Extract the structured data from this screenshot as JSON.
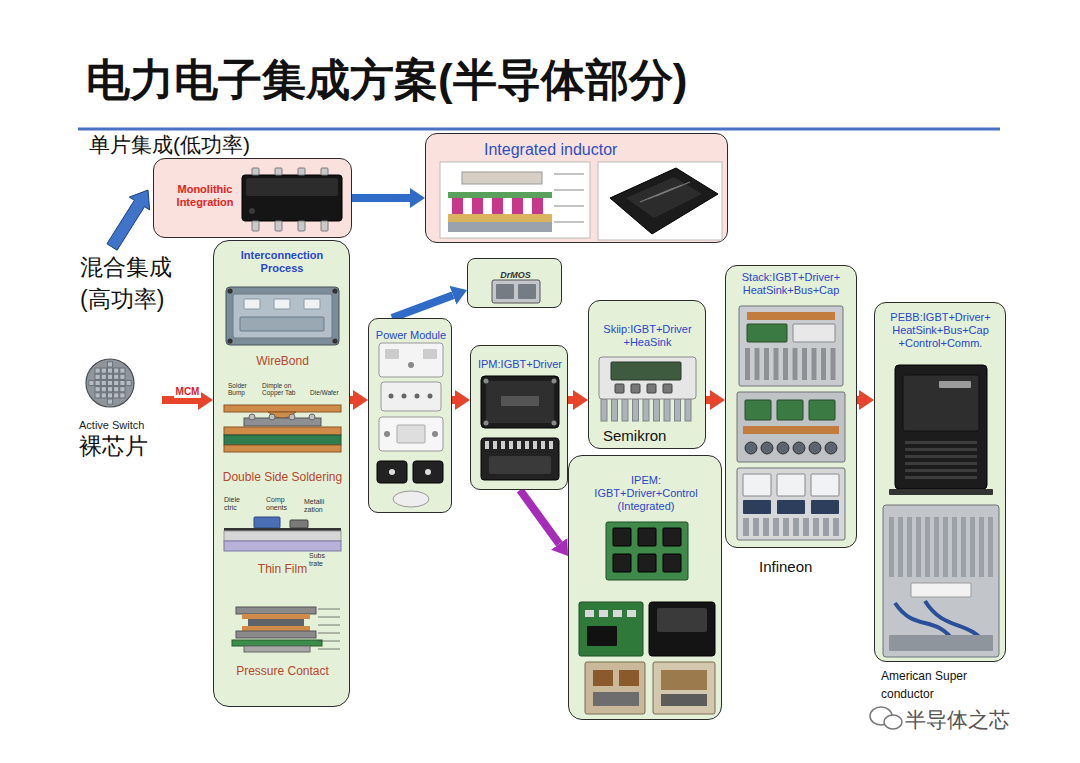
{
  "diagram": {
    "title": "电力电子集成方案(半导体部分)",
    "nodes": [
      {
        "text": [
          "单片集成(低功率)",
          "Monolithic Integration"
        ]
      },
      {
        "text": [
          "Integrated inductor"
        ]
      },
      {
        "text": [
          "Active Switch",
          "裸芯片"
        ]
      },
      {
        "text": [
          "Interconnection Process",
          "WireBond",
          "Double Side Soldering",
          "Thin Film",
          "Pressure Contact"
        ]
      },
      {
        "text": [
          "DrMOS"
        ]
      },
      {
        "text": [
          "Power Module"
        ]
      },
      {
        "text": [
          "IPM:IGBT+Driver"
        ]
      },
      {
        "text": [
          "Skiip:IGBT+Driver +HeaSink",
          "Semikron"
        ]
      },
      {
        "text": [
          "IPEM: IGBT+Driver+Control (Integrated)"
        ]
      },
      {
        "text": [
          "Stack:IGBT+Driver+ HeatSink+Bus+Cap",
          "Infineon"
        ]
      },
      {
        "text": [
          "PEBB:IGBT+Driver+ HeatSink+Bus+Cap +Control+Comm.",
          "American Super conductor"
        ]
      }
    ],
    "edges": [
      {
        "from": 0,
        "to": 1,
        "arrow": "to"
      },
      {
        "from": 2,
        "to": 3,
        "label": "MCM",
        "arrow": "to"
      },
      {
        "from": 3,
        "to": 5,
        "arrow": "to"
      },
      {
        "from": 5,
        "to": 4,
        "arrow": "to"
      },
      {
        "from": 5,
        "to": 6,
        "arrow": "to"
      },
      {
        "from": 6,
        "to": 7,
        "arrow": "to"
      },
      {
        "from": 6,
        "to": 8,
        "arrow": "to"
      },
      {
        "from": 7,
        "to": 9,
        "arrow": "to"
      },
      {
        "from": 9,
        "to": 10,
        "arrow": "to"
      }
    ],
    "labels": [
      "混合集成 (高功率)",
      "Solder Bump",
      "Dimple on Copper Tab",
      "Die/Wafer",
      "Diele ctric",
      "Comp onents",
      "Metalli zation",
      "Subs trate",
      "半导体之芯"
    ]
  }
}
